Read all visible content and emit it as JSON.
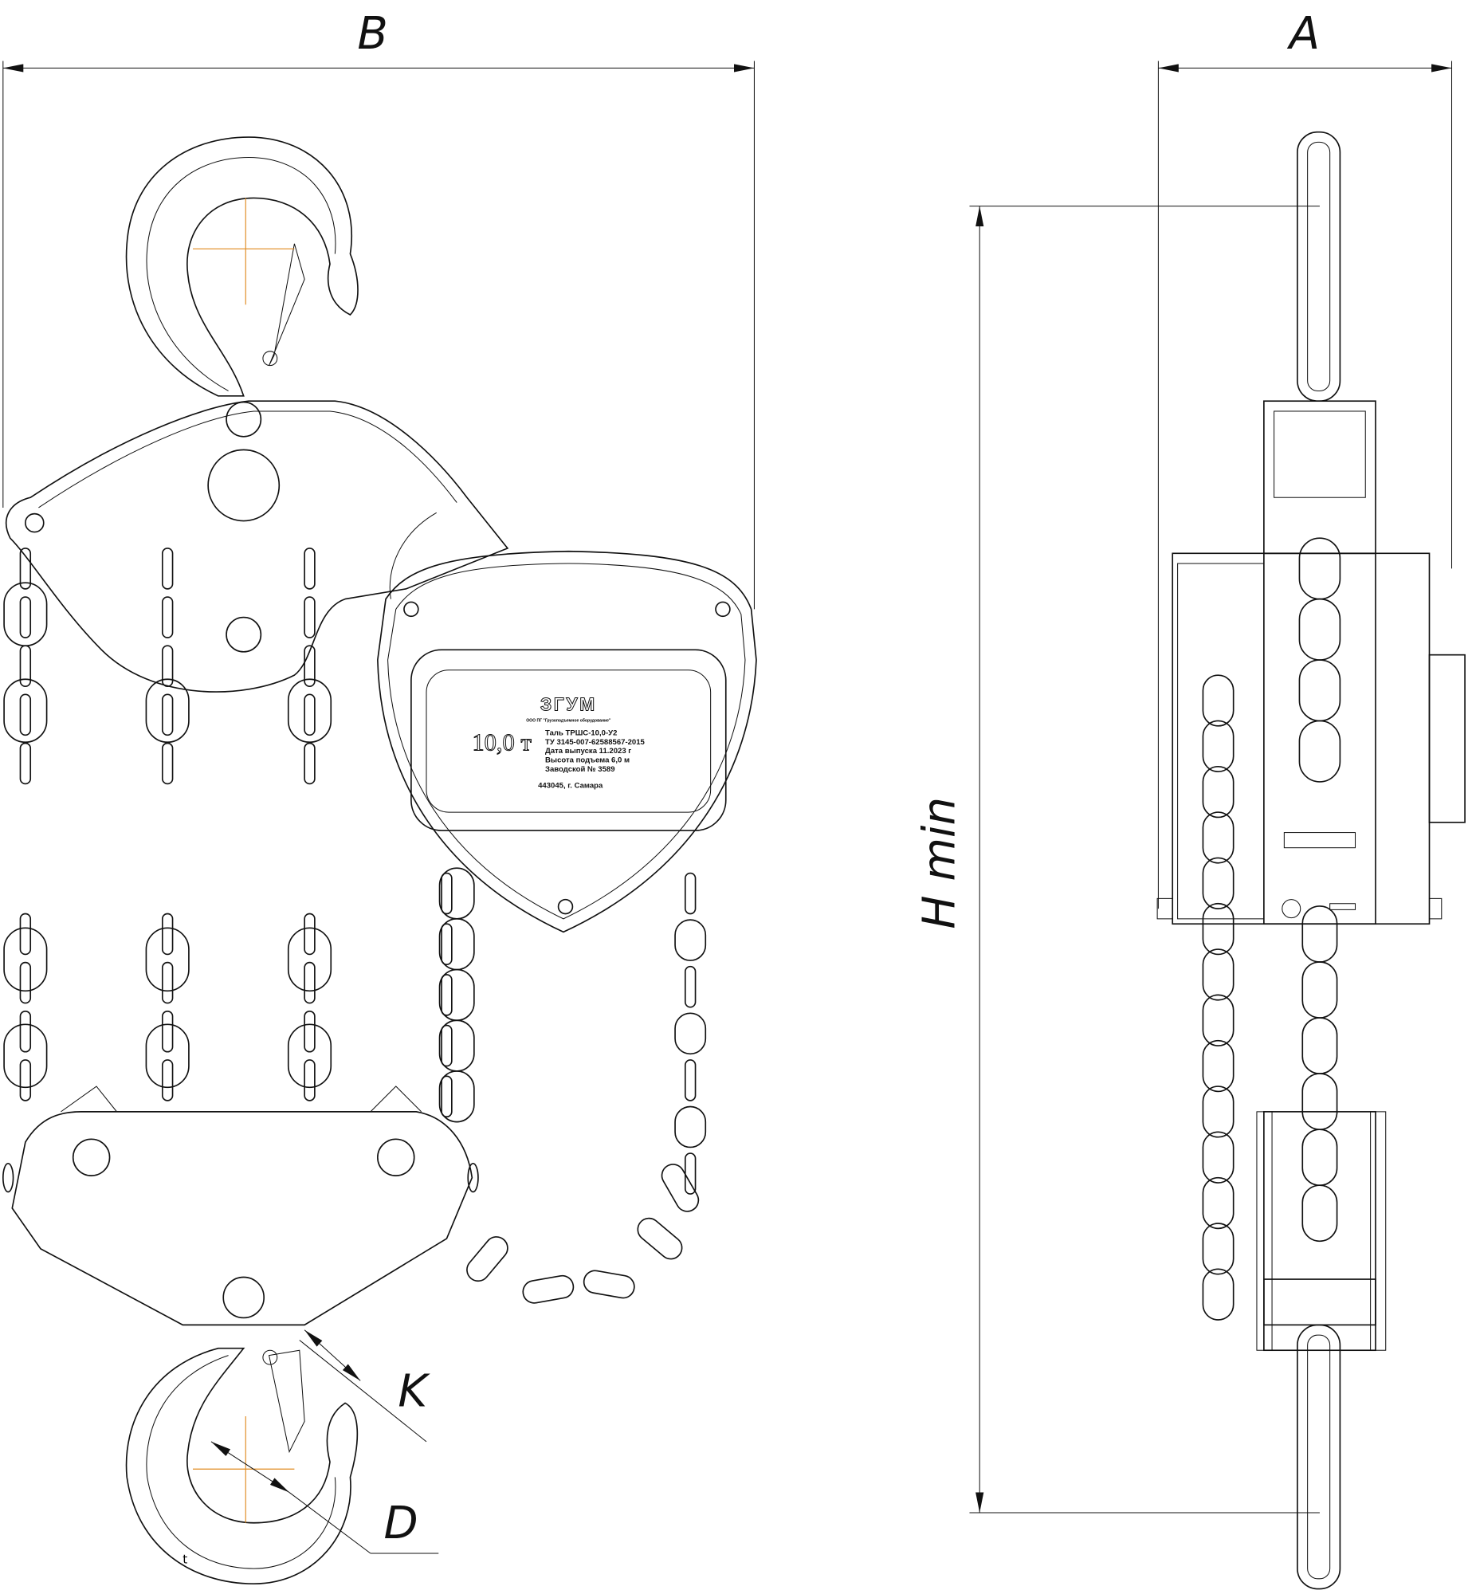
{
  "dimensions": {
    "width_label": "B",
    "depth_label": "A",
    "height_label": "H min",
    "hook_opening_label": "K",
    "hook_diameter_label": "D",
    "hook_marking": "t"
  },
  "nameplate": {
    "brand": "ЗГУМ",
    "company": "ООО ПГ \"Грузоподъемное оборудование\"",
    "capacity": "10,0 т",
    "lines": [
      "Таль ТРШС-10,0-У2",
      "ТУ 3145-007-62588567-2015",
      "Дата выпуска 11.2023 г",
      "Высота подъема  6,0 м",
      "Заводской № 3589"
    ],
    "address": "443045, г. Самара"
  }
}
